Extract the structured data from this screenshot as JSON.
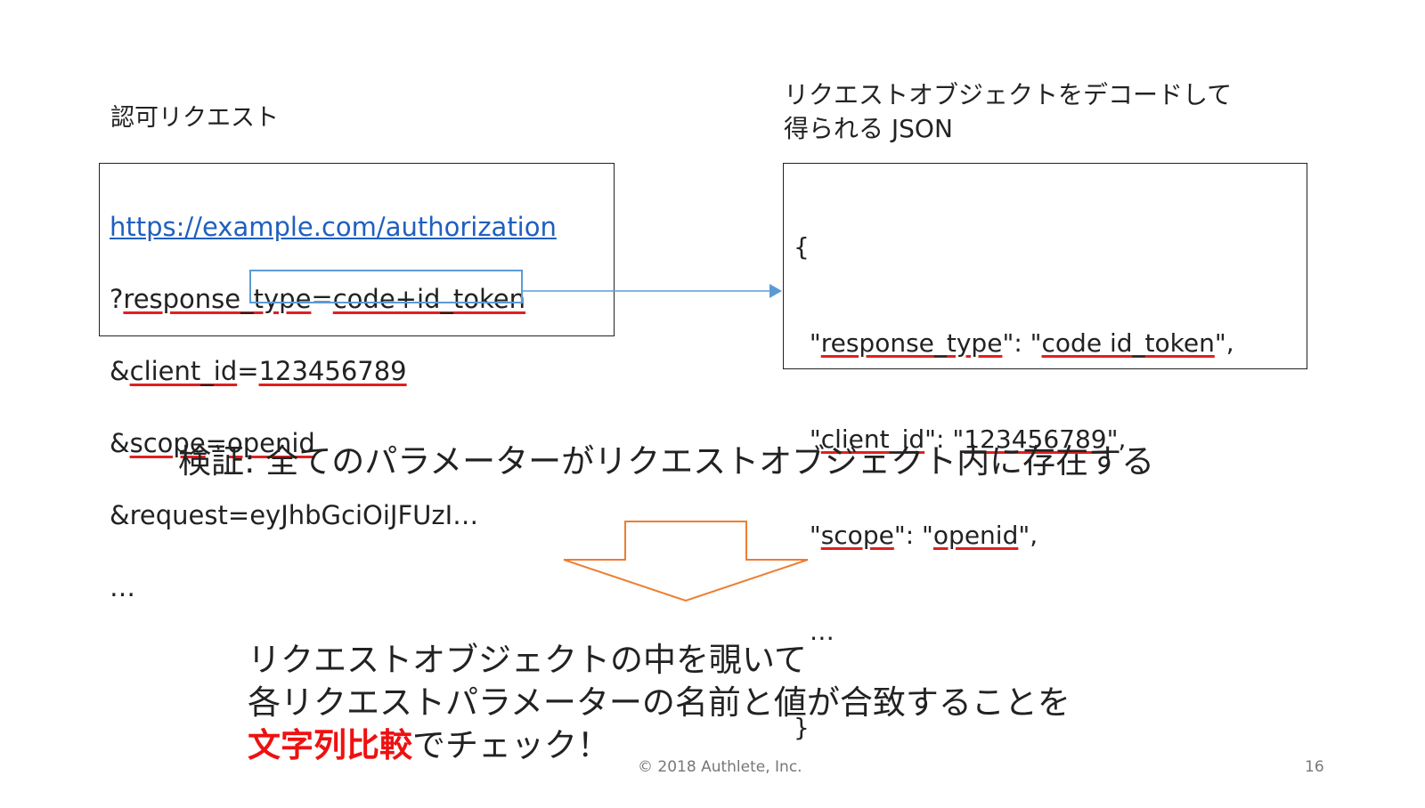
{
  "left_panel": {
    "heading": "認可リクエスト",
    "url": "https://example.com/authorization",
    "params": [
      {
        "prefix": "?",
        "key": "response_type",
        "eq": "=",
        "value": "code+id_token"
      },
      {
        "prefix": "&",
        "key": "client_id",
        "eq": "=",
        "value": "123456789"
      },
      {
        "prefix": "&",
        "key": "scope",
        "eq": "=",
        "value": "openid"
      }
    ],
    "request_line": {
      "prefix": "&",
      "key": "request",
      "eq": "=",
      "value": "eyJhbGciOiJFUzI…"
    },
    "ellipsis": "…"
  },
  "right_panel": {
    "heading_line1": "リクエストオブジェクトをデコードして",
    "heading_line2": "得られる JSON",
    "open_brace": "{",
    "close_brace": "}",
    "rows": [
      {
        "q1": "\"",
        "key": "response_type",
        "mid": "\": \"",
        "value": "code id_token",
        "end": "\","
      },
      {
        "q1": "\"",
        "key": "client_id",
        "mid": "\": \"",
        "value": "123456789",
        "end": "\","
      },
      {
        "q1": "\"",
        "key": "scope",
        "mid": "\": \"",
        "value": "openid",
        "end": "\","
      }
    ],
    "ellipsis": "…"
  },
  "verify_text": "検証: 全てのパラメーターがリクエストオブジェクト内に存在する",
  "summary": {
    "line1": "リクエストオブジェクトの中を覗いて",
    "line2": "各リクエストパラメーターの名前と値が合致することを",
    "line3_emphasis": "文字列比較",
    "line3_rest": "でチェック！"
  },
  "footer": "© 2018 Authlete, Inc.",
  "page_number": "16",
  "colors": {
    "link": "#1f5fbf",
    "underline": "#e02020",
    "selection_box": "#5b9bd5",
    "arrow": "#ed7d31",
    "emphasis": "#ee1111"
  }
}
